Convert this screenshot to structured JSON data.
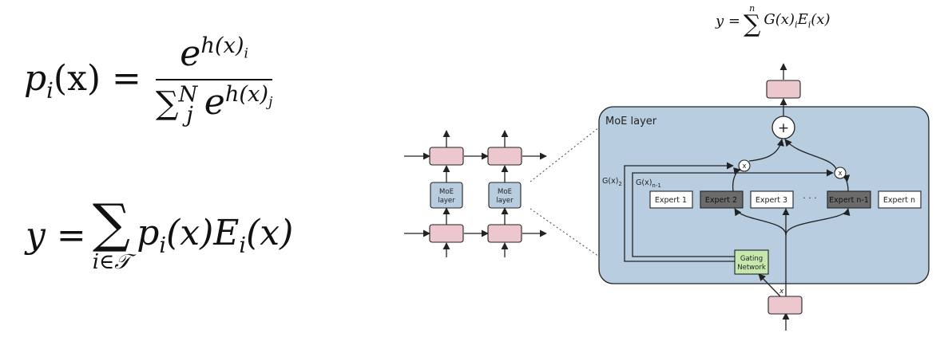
{
  "equations": {
    "softmax": {
      "lhs": "p",
      "lhs_sub": "i",
      "lhs_arg": "(x) =",
      "num_base": "e",
      "num_sup": "h(x)",
      "num_sup_sub": "i",
      "den_sum": "∑",
      "den_sum_sub": "j",
      "den_sum_sup": "N",
      "den_base": "e",
      "den_sup": "h(x)",
      "den_sup_sub": "j"
    },
    "weighted": {
      "lhs": "y =",
      "sigma": "∑",
      "under": "i∈𝒯",
      "term1": "p",
      "term1_sub": "i",
      "term1_arg": "(x)E",
      "term2_sub": "i",
      "term2_arg": "(x)"
    },
    "moe_output": {
      "lhs": "y =",
      "sigma": "∑",
      "over": "n",
      "term": "G(x)",
      "term_sub": "i",
      "term2": "E",
      "term2_sub": "i",
      "term2_arg": "(x)"
    }
  },
  "diagram": {
    "moe_title": "MoE layer",
    "small_moe_label_line1": "MoE",
    "small_moe_label_line2": "layer",
    "plus": "+",
    "times": "x",
    "gate_label_1": "G(x)",
    "gate_label_1_sub": "2",
    "gate_label_2": "G(x)",
    "gate_label_2_sub": "n-1",
    "gating_line1": "Gating",
    "gating_line2": "Network",
    "input_label": "x",
    "ellipsis": "· · ·",
    "experts": [
      {
        "label": "Expert 1",
        "active": false
      },
      {
        "label": "Expert 2",
        "active": true
      },
      {
        "label": "Expert 3",
        "active": false
      },
      {
        "label": "Expert n-1",
        "active": true
      },
      {
        "label": "Expert n",
        "active": false
      }
    ],
    "colors": {
      "moe_fill": "#b8cde0",
      "pink": "#ecc8ce",
      "gating": "#c6e8ae",
      "active_expert": "#6b6b6b",
      "line": "#222222"
    }
  }
}
